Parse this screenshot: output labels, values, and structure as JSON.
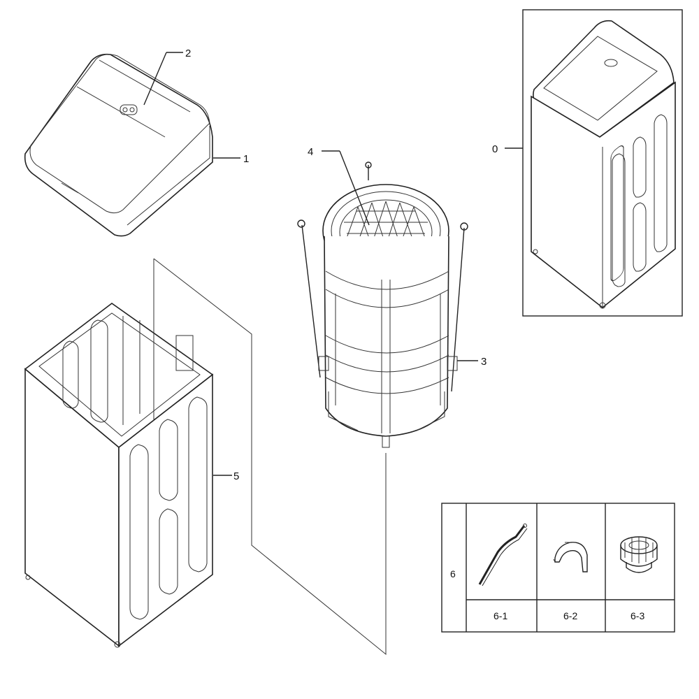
{
  "callouts": {
    "c0": "0",
    "c1": "1",
    "c2": "2",
    "c3": "3",
    "c4": "4",
    "c5": "5"
  },
  "accessory_table": {
    "group_label": "6",
    "items": [
      {
        "id": "6-1"
      },
      {
        "id": "6-2"
      },
      {
        "id": "6-3"
      }
    ]
  },
  "colors": {
    "line": "#222222",
    "background": "#ffffff"
  }
}
